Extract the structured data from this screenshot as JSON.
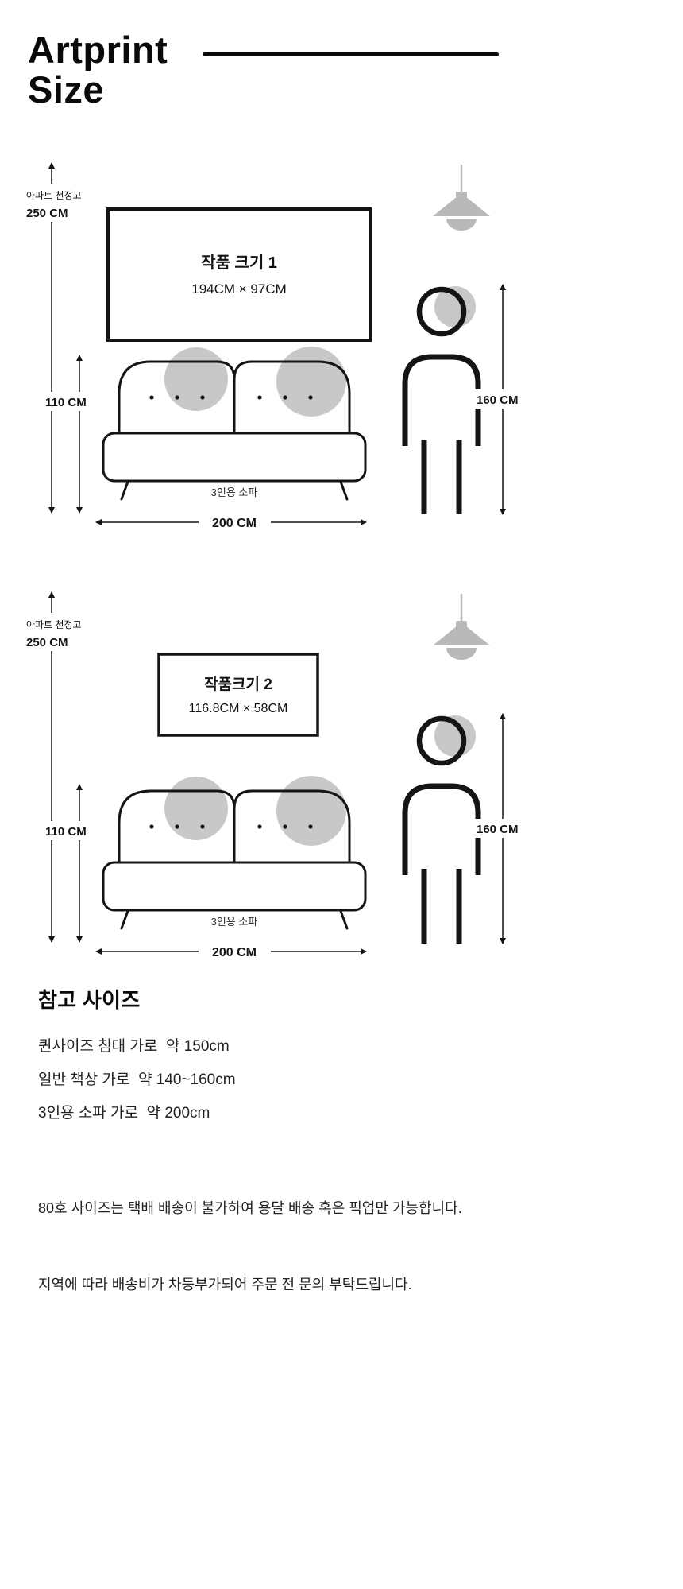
{
  "page": {
    "title_line1": "Artprint",
    "title_line2": "Size"
  },
  "diagram1": {
    "ceiling_label": "아파트 천정고",
    "ceiling_height": "250 CM",
    "artwork_title": "작품 크기 1",
    "artwork_size": "194CM × 97CM",
    "sofa_height": "110 CM",
    "sofa_label": "3인용 소파",
    "sofa_width": "200 CM",
    "person_height": "160 CM"
  },
  "diagram2": {
    "ceiling_label": "아파트 천정고",
    "ceiling_height": "250 CM",
    "artwork_title": "작품크기 2",
    "artwork_size": "116.8CM × 58CM",
    "sofa_height": "110 CM",
    "sofa_label": "3인용 소파",
    "sofa_width": "200 CM",
    "person_height": "160 CM"
  },
  "notes": {
    "heading": "참고 사이즈",
    "items": [
      "퀸사이즈 침대 가로  약 150cm",
      "일반 책상 가로  약 140~160cm",
      "3인용 소파 가로  약 200cm"
    ],
    "shipping_line1": "80호 사이즈는 택배 배송이 불가하여 용달 배송 혹은 픽업만 가능합니다.",
    "shipping_line2": "지역에 따라 배송비가 차등부가되어 주문 전 문의 부탁드립니다."
  },
  "icons": {
    "pendant_lamp": "pendant-lamp-icon",
    "person": "person-figure",
    "sofa": "sofa-3-seater"
  },
  "colors": {
    "line_black": "#141414",
    "accent_gray": "#c8c8c8",
    "lamp_gray": "#b9b9b9"
  }
}
